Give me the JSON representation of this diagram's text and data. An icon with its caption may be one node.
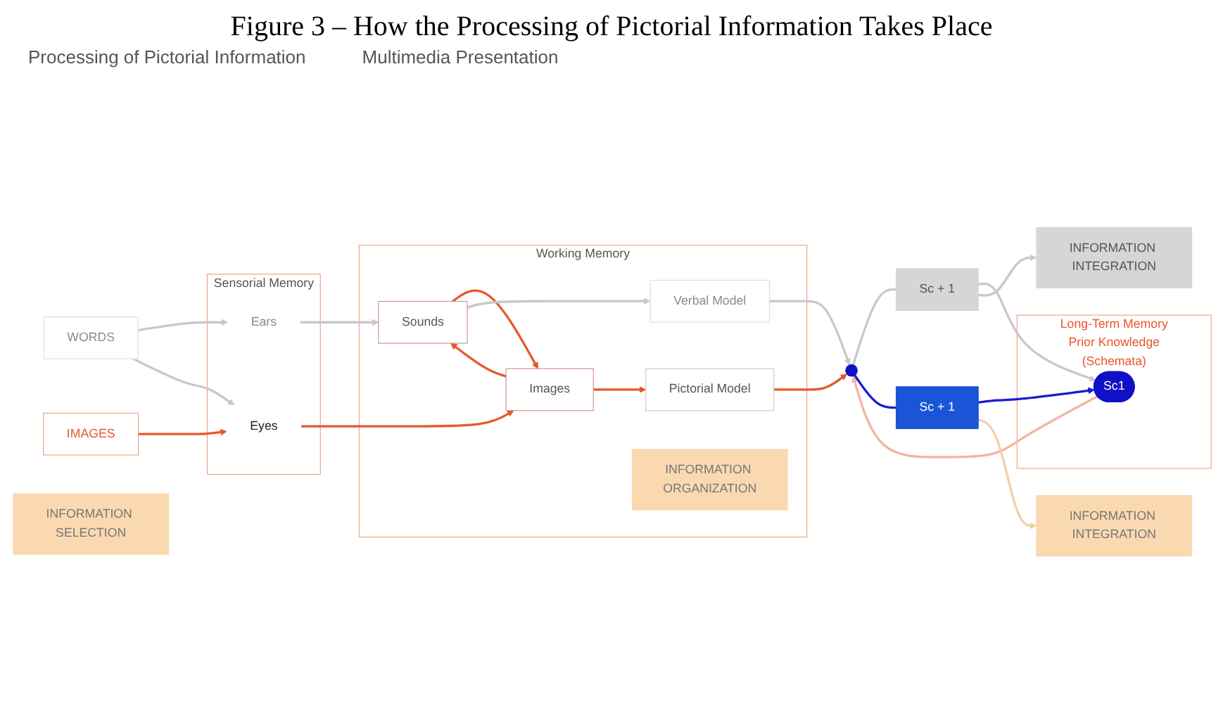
{
  "diagram": {
    "title": "Figure 3 – How the Processing of Pictorial Information Takes Place",
    "nodes": [
      {
        "text": [
          "WORDS"
        ]
      },
      {
        "text": [
          "IMAGES"
        ]
      },
      {
        "text": [
          "Sensorial Memory"
        ]
      },
      {
        "text": [
          "Ears"
        ],
        "in": 2
      },
      {
        "text": [
          "Eyes"
        ],
        "in": 2
      },
      {
        "text": [
          "Working Memory"
        ]
      },
      {
        "text": [
          "Sounds"
        ],
        "in": 5
      },
      {
        "text": [
          "Verbal Model"
        ],
        "in": 5
      },
      {
        "text": [
          "Images"
        ],
        "in": 5
      },
      {
        "text": [
          "Pictorial Model"
        ],
        "in": 5
      },
      {
        "text": [
          "INFORMATION SELECTION"
        ]
      },
      {
        "text": [
          "INFORMATION ORGANIZATION"
        ],
        "in": 5
      },
      {
        "text": [],
        "shape": "circle"
      },
      {
        "text": [
          "Sc + 1"
        ]
      },
      {
        "text": [
          "INFORMATION INTEGRATION"
        ]
      },
      {
        "text": [
          "Sc + 1"
        ]
      },
      {
        "text": [
          "INFORMATION INTEGRATION"
        ]
      },
      {
        "text": [
          "Long-Term Memory",
          "Prior Knowledge",
          "(Schemata)"
        ]
      },
      {
        "text": [
          "Sc1"
        ],
        "in": 17
      }
    ],
    "edges": [
      {
        "from": 0,
        "to": 3,
        "arrow": "to",
        "color": "#c8c8c8"
      },
      {
        "from": 0,
        "to": 4,
        "arrow": "to",
        "color": "#c8c8c8"
      },
      {
        "from": 1,
        "to": 4,
        "arrow": "to",
        "color": "#e8572a"
      },
      {
        "from": 3,
        "to": 6,
        "arrow": "to",
        "color": "#c8c8c8"
      },
      {
        "from": 4,
        "to": 8,
        "arrow": "to",
        "color": "#e8572a"
      },
      {
        "from": 6,
        "to": 8,
        "arrow": "to",
        "color": "#e8572a"
      },
      {
        "from": 8,
        "to": 6,
        "arrow": "to",
        "color": "#e8572a"
      },
      {
        "from": 6,
        "to": 7,
        "arrow": "to",
        "color": "#c8c8c8"
      },
      {
        "from": 8,
        "to": 9,
        "arrow": "to",
        "color": "#e8572a"
      },
      {
        "from": 7,
        "to": 12,
        "arrow": "to",
        "color": "#c8c8c8"
      },
      {
        "from": 9,
        "to": 12,
        "arrow": "to",
        "color": "#e8572a"
      },
      {
        "from": 18,
        "to": 12,
        "arrow": "to",
        "color": "#f4b3a3"
      },
      {
        "from": 12,
        "to": 13,
        "arrow": "none",
        "color": "#c8c8c8"
      },
      {
        "from": 13,
        "to": 18,
        "arrow": "to",
        "color": "#c8c8c8"
      },
      {
        "from": 13,
        "to": 14,
        "arrow": "to",
        "color": "#c8c8c8"
      },
      {
        "from": 12,
        "to": 15,
        "arrow": "none",
        "color": "#1a1ad0"
      },
      {
        "from": 15,
        "to": 18,
        "arrow": "to",
        "color": "#1a1ad0"
      },
      {
        "from": 15,
        "to": 16,
        "arrow": "to",
        "color": "#f5cfa8"
      }
    ],
    "labels": [
      "Processing of Pictorial Information",
      "Multimedia Presentation"
    ]
  }
}
